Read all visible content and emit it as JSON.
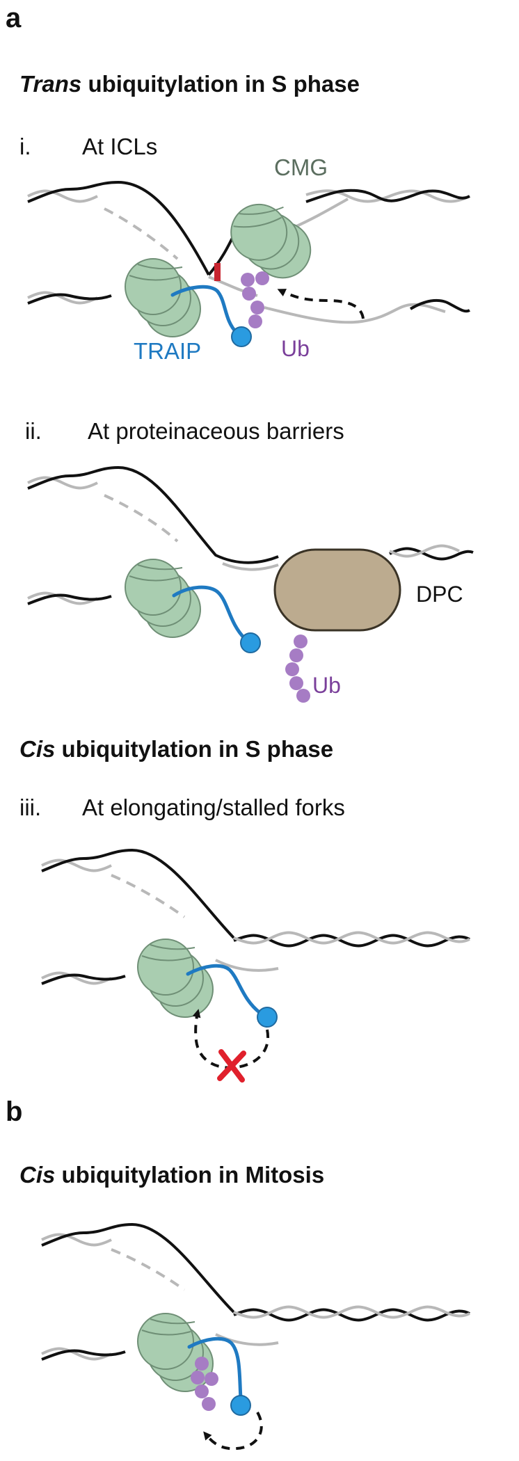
{
  "panels": {
    "a": "a",
    "b": "b"
  },
  "headings": {
    "trans_s": {
      "em": "Trans",
      "rest": " ubiquitylation in S phase"
    },
    "cis_s": {
      "em": "Cis",
      "rest": " ubiquitylation in S phase"
    },
    "cis_m": {
      "em": "Cis",
      "rest": " ubiquitylation in Mitosis"
    }
  },
  "subpanels": {
    "i": {
      "num": "i.",
      "text": "At ICLs"
    },
    "ii": {
      "num": "ii.",
      "text": "At proteinaceous barriers"
    },
    "iii": {
      "num": "iii.",
      "text": "At elongating/stalled forks"
    }
  },
  "labels": {
    "cmg": "CMG",
    "traip": "TRAIP",
    "ub_i": "Ub",
    "ub_ii": "Ub",
    "dpc": "DPC"
  },
  "colors": {
    "cmg_fill": "#a9cdb0",
    "cmg_stroke": "#6f8f76",
    "cmg_label": "#5b6e5f",
    "traip": "#1f7ac2",
    "traip_head": "#2a9be0",
    "ub": "#a67cc4",
    "ub_label": "#7a3f9a",
    "dpc_fill": "#bcab8f",
    "dna_dark": "#111111",
    "dna_light": "#b8b8b8",
    "crosslink": "#c8242f",
    "cross_mark": "#e0202c"
  }
}
